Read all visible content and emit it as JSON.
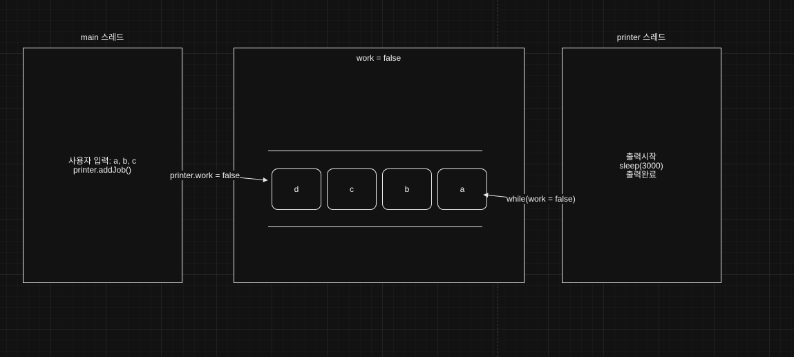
{
  "main_thread": {
    "title": "main 스레드",
    "lines": [
      "사용자 입력: a, b, c",
      "printer.addJob()"
    ]
  },
  "shared": {
    "title": "work = false",
    "queue": [
      "d",
      "c",
      "b",
      "a"
    ]
  },
  "printer_thread": {
    "title": "printer 스레드",
    "lines": [
      "출력시작",
      "sleep(3000)",
      "출력완료"
    ]
  },
  "arrows": {
    "left_label": "printer.work = false",
    "right_label": "while(work = false)"
  },
  "colors": {
    "background": "#121212",
    "stroke": "#e8e8e8",
    "text": "#f0f0f0"
  }
}
